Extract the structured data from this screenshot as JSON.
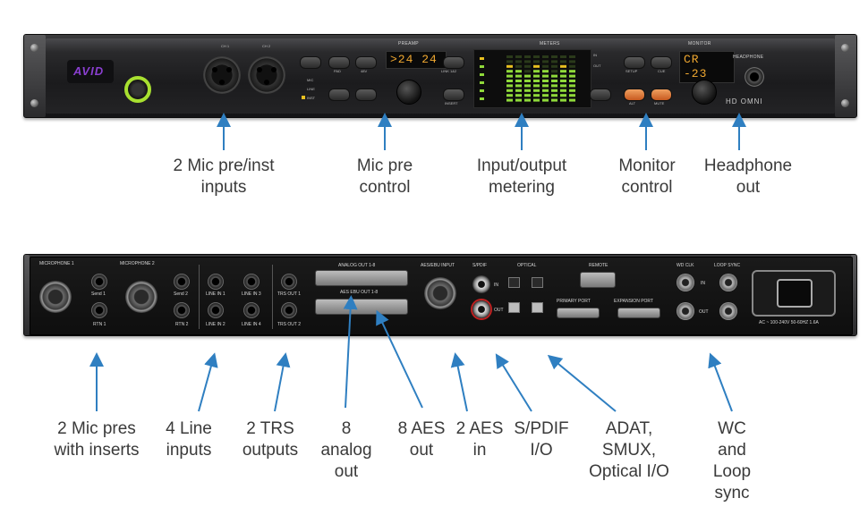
{
  "front_panel": {
    "brand": "AVID",
    "model": "HD OMNI",
    "sections": {
      "preamp": "PREAMP",
      "meters": "METERS",
      "monitor": "MONITOR",
      "headphone": "HEADPHONE"
    },
    "ch1": "CH 1",
    "ch2": "CH 2",
    "preamp_display": ">24 24",
    "monitor_display": "CR -23",
    "buttons": {
      "pad": "PAD",
      "v48": "48V",
      "mic": "MIC",
      "line": "LINE",
      "inst": "INST",
      "link": "LINK 1&2",
      "insert": "INSERT",
      "setup": "SETUP",
      "cue": "CUE",
      "alt": "ALT",
      "mute": "MUTE",
      "in": "IN",
      "out": "OUT"
    }
  },
  "rear_panel": {
    "microphone1": "MICROPHONE 1",
    "microphone2": "MICROPHONE 2",
    "analog_out": "ANALOG OUT 1-8",
    "aes_ebu_out": "AES EBU OUT 1-8",
    "aes_ebu_input": "AES/EBU INPUT",
    "spdif": "S/PDIF",
    "optical": "OPTICAL",
    "remote": "REMOTE",
    "primary_port": "PRIMARY PORT",
    "expansion_port": "EXPANSION PORT",
    "wd_clk": "WD CLK",
    "loop_sync": "LOOP SYNC",
    "send1": "Send 1",
    "rtn1": "RTN 1",
    "send2": "Send 2",
    "rtn2": "RTN 2",
    "line_in1": "LINE IN 1",
    "line_in2": "LINE IN 2",
    "line_in3": "LINE IN 3",
    "line_in4": "LINE IN 4",
    "trs_out1": "TRS OUT 1",
    "trs_out2": "TRS OUT 2",
    "in": "IN",
    "out": "OUT",
    "ac": "AC ~ 100-240V 50-60HZ 1.6A"
  },
  "callouts_top": [
    {
      "lines": [
        "2 Mic pre/inst",
        "inputs"
      ]
    },
    {
      "lines": [
        "Mic pre",
        "control"
      ]
    },
    {
      "lines": [
        "Input/output",
        "metering"
      ]
    },
    {
      "lines": [
        "Monitor",
        "control"
      ]
    },
    {
      "lines": [
        "Headphone",
        "out"
      ]
    }
  ],
  "callouts_bottom": [
    {
      "lines": [
        "2 Mic pres",
        "with inserts"
      ]
    },
    {
      "lines": [
        "4 Line",
        "inputs"
      ]
    },
    {
      "lines": [
        "2 TRS",
        "outputs"
      ]
    },
    {
      "lines": [
        "8",
        "analog",
        "out"
      ]
    },
    {
      "lines": [
        "8 AES",
        "out"
      ]
    },
    {
      "lines": [
        "2 AES",
        "in"
      ]
    },
    {
      "lines": [
        "S/PDIF",
        "I/O"
      ]
    },
    {
      "lines": [
        "ADAT,",
        "SMUX,",
        "Optical I/O"
      ]
    },
    {
      "lines": [
        "WC",
        "and",
        "Loop",
        "sync"
      ]
    }
  ],
  "colors": {
    "arrow": "#2f7fc1",
    "callout_text": "#3a3a3a",
    "led_green": "#8fd93a",
    "display_amber": "#f0a830",
    "power_ring": "#a8e030"
  }
}
